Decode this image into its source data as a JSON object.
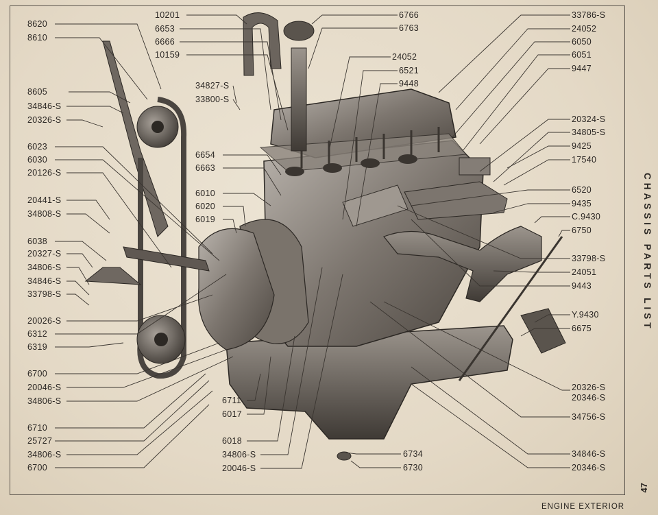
{
  "page": {
    "side_title": "CHASSIS PARTS LIST",
    "page_number": "47",
    "footer": "ENGINE EXTERIOR"
  },
  "labels_left": [
    "8620",
    "8610",
    "8605",
    "34846-S",
    "20326-S",
    "6023",
    "6030",
    "20126-S",
    "20441-S",
    "34808-S",
    "6038",
    "20327-S",
    "34806-S",
    "34846-S",
    "33798-S",
    "20026-S",
    "6312",
    "6319",
    "6700",
    "20046-S",
    "34806-S",
    "6710",
    "25727",
    "34806-S",
    "6700"
  ],
  "labels_top_center": [
    "10201",
    "6653",
    "6666",
    "10159",
    "34827-S",
    "33800-S",
    "6654",
    "6663",
    "6010",
    "6020",
    "6019"
  ],
  "labels_top_right_of_center": [
    "6766",
    "6763",
    "24052",
    "6521",
    "9448"
  ],
  "labels_right": [
    "33786-S",
    "24052",
    "6050",
    "6051",
    "9447",
    "20324-S",
    "34805-S",
    "9425",
    "17540",
    "6520",
    "9435",
    "C.9430",
    "6750",
    "33798-S",
    "24051",
    "9443",
    "Y.9430",
    "6675",
    "20326-S",
    "20346-S",
    "34756-S",
    "34846-S",
    "20346-S"
  ],
  "labels_bottom_center": [
    "6711",
    "6017",
    "6018",
    "34806-S",
    "20046-S",
    "6734",
    "6730"
  ]
}
